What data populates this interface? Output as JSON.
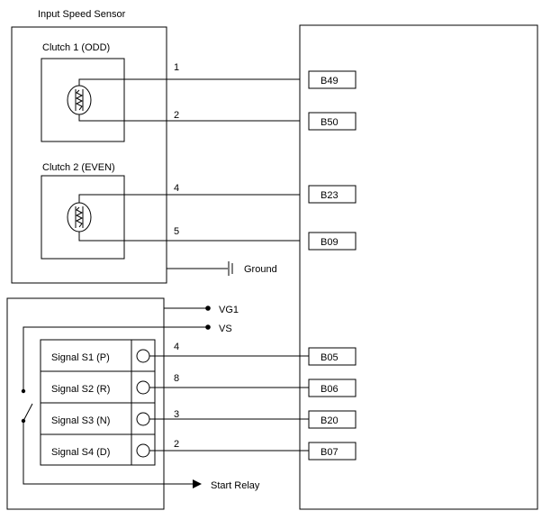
{
  "sensor": {
    "title": "Input Speed Sensor",
    "clutch1_label": "Clutch 1 (ODD)",
    "clutch2_label": "Clutch 2 (EVEN)",
    "ground_label": "Ground"
  },
  "wires": [
    {
      "pin": "1",
      "terminal": "B49"
    },
    {
      "pin": "2",
      "terminal": "B50"
    },
    {
      "pin": "4",
      "terminal": "B23"
    },
    {
      "pin": "5",
      "terminal": "B09"
    }
  ],
  "switch": {
    "vg1_label": "VG1",
    "vs_label": "VS",
    "start_relay_label": "Start Relay",
    "signals": [
      {
        "label": "Signal S1 (P)",
        "pin": "4",
        "terminal": "B05"
      },
      {
        "label": "Signal S2 (R)",
        "pin": "8",
        "terminal": "B06"
      },
      {
        "label": "Signal S3 (N)",
        "pin": "3",
        "terminal": "B20"
      },
      {
        "label": "Signal S4 (D)",
        "pin": "2",
        "terminal": "B07"
      }
    ]
  }
}
